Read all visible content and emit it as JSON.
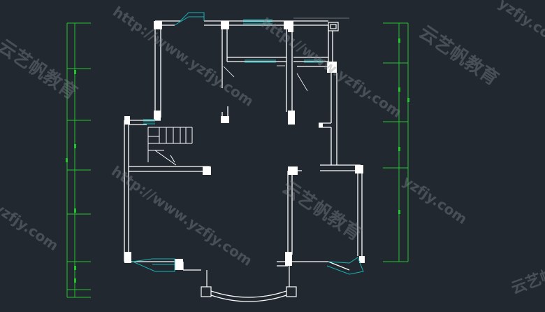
{
  "viewport": {
    "name": "AutoCAD floor plan drawing area",
    "background": "#212830"
  },
  "colors": {
    "wall": "#ffffff",
    "window": "#19b3b3",
    "dimension": "#22c32a",
    "watermark": "#8a8f96"
  },
  "watermarks": {
    "brand": "云艺帆教育",
    "url": "http://www.yzfjy.com",
    "domain": "yzfjy.com"
  }
}
